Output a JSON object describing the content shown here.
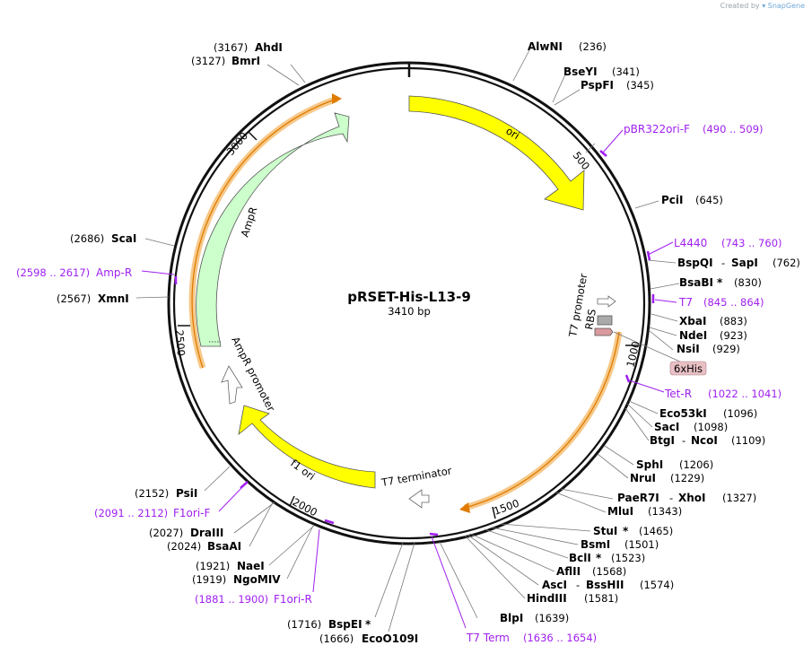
{
  "header": {
    "created_by": "Created by",
    "app": "SnapGene"
  },
  "plasmid": {
    "name": "pRSET-His-L13-9",
    "length_label": "3410 bp",
    "length": 3410
  },
  "ticks": [
    "500",
    "1000",
    "1500",
    "2000",
    "2500",
    "3000"
  ],
  "features": {
    "ori": "ori",
    "ampr": "AmpR",
    "ampr_promoter": "AmpR promoter",
    "f1_ori": "f1 ori",
    "t7_terminator": "T7 terminator",
    "t7_promoter": "T7 promoter",
    "rbs": "RBS",
    "his": "6xHis"
  },
  "sites": [
    {
      "id": "ahdi",
      "name": "AhdI",
      "pos": "(3167)"
    },
    {
      "id": "bmri",
      "name": "BmrI",
      "pos": "(3127)"
    },
    {
      "id": "alwni",
      "name": "AlwNI",
      "pos": "(236)"
    },
    {
      "id": "bseyi",
      "name": "BseYI",
      "pos": "(341)"
    },
    {
      "id": "pspfi",
      "name": "PspFI",
      "pos": "(345)"
    },
    {
      "id": "pcii",
      "name": "PciI",
      "pos": "(645)"
    },
    {
      "id": "bspqi",
      "name": "BspQI",
      "sep": "-",
      "name2": "SapI",
      "pos": "(762)"
    },
    {
      "id": "bsabi",
      "name": "BsaBI",
      "star": "*",
      "pos": "(830)"
    },
    {
      "id": "xbai",
      "name": "XbaI",
      "pos": "(883)"
    },
    {
      "id": "ndei",
      "name": "NdeI",
      "pos": "(923)"
    },
    {
      "id": "nsii",
      "name": "NsiI",
      "pos": "(929)"
    },
    {
      "id": "eco53ki",
      "name": "Eco53kI",
      "pos": "(1096)"
    },
    {
      "id": "saci",
      "name": "SacI",
      "pos": "(1098)"
    },
    {
      "id": "btgi",
      "name": "BtgI",
      "sep": "-",
      "name2": "NcoI",
      "pos": "(1109)"
    },
    {
      "id": "sphi",
      "name": "SphI",
      "pos": "(1206)"
    },
    {
      "id": "nrui",
      "name": "NruI",
      "pos": "(1229)"
    },
    {
      "id": "paer7i",
      "name": "PaeR7I",
      "sep": "-",
      "name2": "XhoI",
      "pos": "(1327)"
    },
    {
      "id": "mlui",
      "name": "MluI",
      "pos": "(1343)"
    },
    {
      "id": "stui",
      "name": "StuI",
      "star": "*",
      "pos": "(1465)"
    },
    {
      "id": "bsmi",
      "name": "BsmI",
      "pos": "(1501)"
    },
    {
      "id": "bcli",
      "name": "BclI",
      "star": "*",
      "pos": "(1523)"
    },
    {
      "id": "aflii",
      "name": "AflII",
      "pos": "(1568)"
    },
    {
      "id": "asci",
      "name": "AscI",
      "sep": "-",
      "name2": "BssHII",
      "pos": "(1574)"
    },
    {
      "id": "hindiii",
      "name": "HindIII",
      "pos": "(1581)"
    },
    {
      "id": "blpi",
      "name": "BlpI",
      "pos": "(1639)"
    },
    {
      "id": "bspei",
      "name": "BspEI",
      "star": "*",
      "pos": "(1716)"
    },
    {
      "id": "eco0109i",
      "name": "EcoO109I",
      "pos": "(1666)"
    },
    {
      "id": "psii",
      "name": "PsiI",
      "pos": "(2152)"
    },
    {
      "id": "draiii",
      "name": "DraIII",
      "pos": "(2027)"
    },
    {
      "id": "bsaai",
      "name": "BsaAI",
      "pos": "(2024)"
    },
    {
      "id": "naei",
      "name": "NaeI",
      "pos": "(1921)"
    },
    {
      "id": "ngomiv",
      "name": "NgoMIV",
      "pos": "(1919)"
    },
    {
      "id": "scai",
      "name": "ScaI",
      "pos": "(2686)"
    },
    {
      "id": "xmni",
      "name": "XmnI",
      "pos": "(2567)"
    }
  ],
  "primers": [
    {
      "id": "pbr322ori-f",
      "name": "pBR322ori-F",
      "range": "(490 .. 509)"
    },
    {
      "id": "l4440",
      "name": "L4440",
      "range": "(743 .. 760)"
    },
    {
      "id": "t7",
      "name": "T7",
      "range": "(845 .. 864)"
    },
    {
      "id": "tet-r",
      "name": "Tet-R",
      "range": "(1022 .. 1041)"
    },
    {
      "id": "t7-term",
      "name": "T7 Term",
      "range": "(1636 .. 1654)"
    },
    {
      "id": "f1ori-r",
      "name": "F1ori-R",
      "range": "(1881 .. 1900)"
    },
    {
      "id": "f1ori-f",
      "name": "F1ori-F",
      "range": "(2091 .. 2112)"
    },
    {
      "id": "amp-r",
      "name": "Amp-R",
      "range": "(2598 .. 2617)"
    }
  ]
}
